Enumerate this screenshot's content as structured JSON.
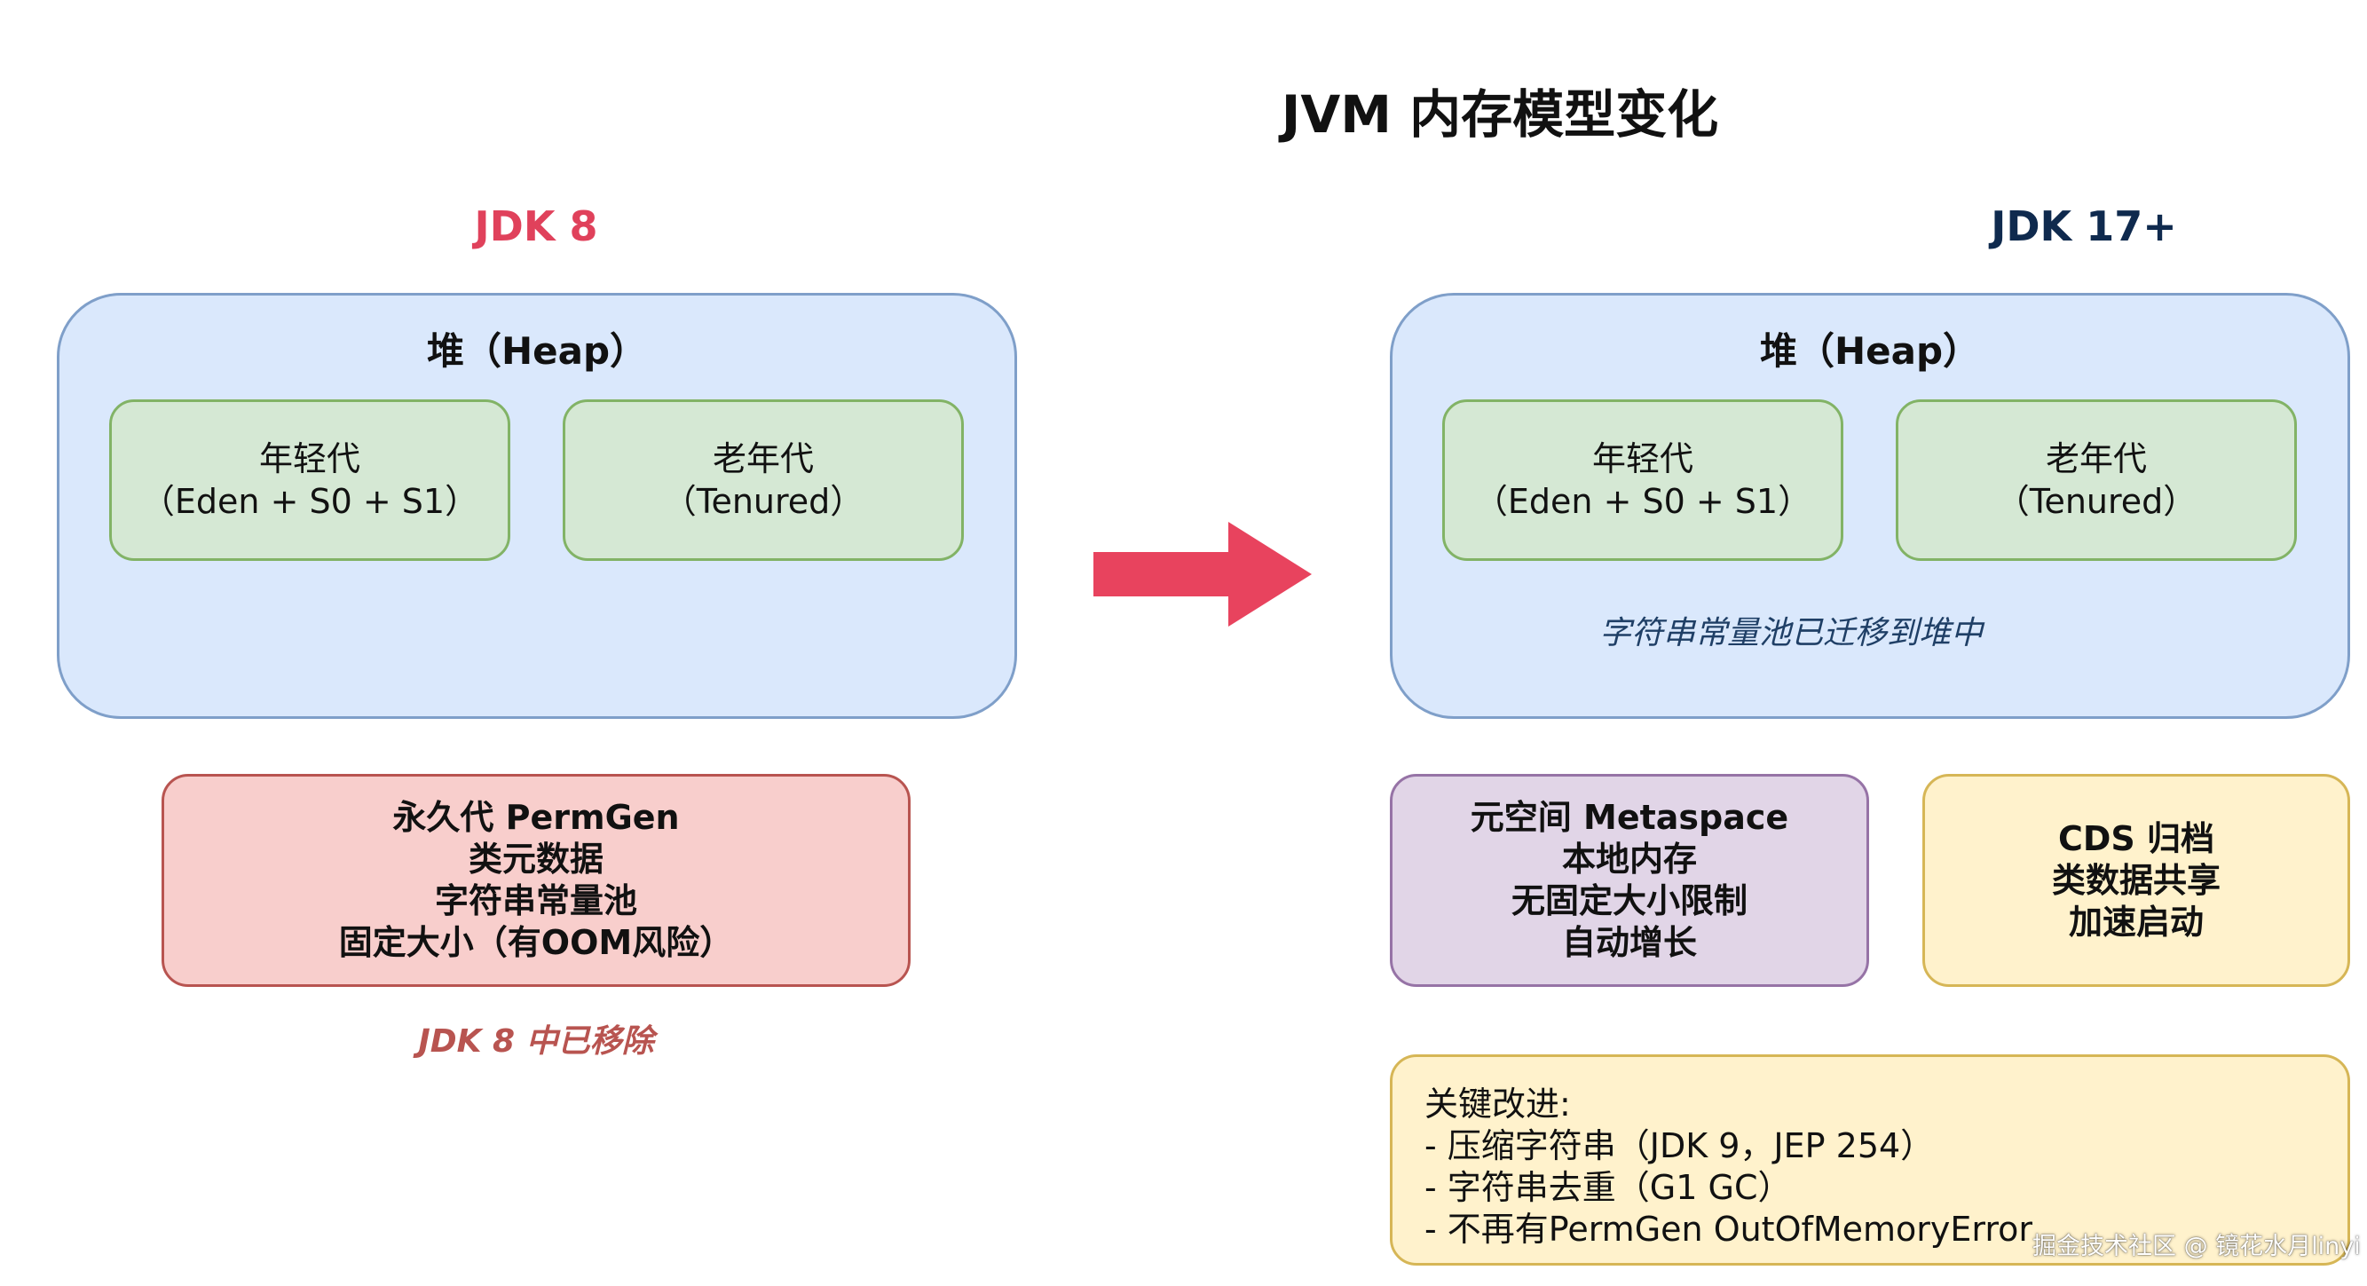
{
  "title": "JVM 内存模型变化",
  "colors": {
    "jdk8_title": "#e0415b",
    "jdk17_title": "#0f2a4e",
    "heap_fill": "#dae8fc",
    "heap_border": "#7f9fc9",
    "gen_fill": "#d5e8d4",
    "gen_border": "#82b366",
    "permgen_fill": "#f8cecc",
    "permgen_border": "#b85450",
    "metaspace_fill": "#e1d5e7",
    "metaspace_border": "#9673a6",
    "note_fill": "#fff2cc",
    "note_border": "#d6b656",
    "arrow": "#e8435e"
  },
  "jdk8": {
    "title": "JDK 8",
    "heap": {
      "label": "堆（Heap）",
      "young": {
        "line1": "年轻代",
        "line2": "（Eden + S0 + S1）"
      },
      "old": {
        "line1": "老年代",
        "line2": "（Tenured）"
      }
    },
    "permgen": {
      "lines": [
        "永久代 PermGen",
        "类元数据",
        "字符串常量池",
        "固定大小（有OOM风险）"
      ]
    },
    "removed_note": "JDK 8 中已移除"
  },
  "jdk17": {
    "title": "JDK 17+",
    "heap": {
      "label": "堆（Heap）",
      "young": {
        "line1": "年轻代",
        "line2": "（Eden + S0 + S1）"
      },
      "old": {
        "line1": "老年代",
        "line2": "（Tenured）"
      },
      "note": "字符串常量池已迁移到堆中"
    },
    "metaspace": {
      "lines": [
        "元空间 Metaspace",
        "本地内存",
        "无固定大小限制",
        "自动增长"
      ]
    },
    "cds": {
      "lines": [
        "CDS 归档",
        "类数据共享",
        "加速启动"
      ]
    },
    "improvements": {
      "lines": [
        "关键改进:",
        "- 压缩字符串（JDK 9，JEP 254）",
        "- 字符串去重（G1 GC）",
        "- 不再有PermGen OutOfMemoryError"
      ]
    }
  },
  "watermark": "掘金技术社区 @ 镜花水月linyi"
}
